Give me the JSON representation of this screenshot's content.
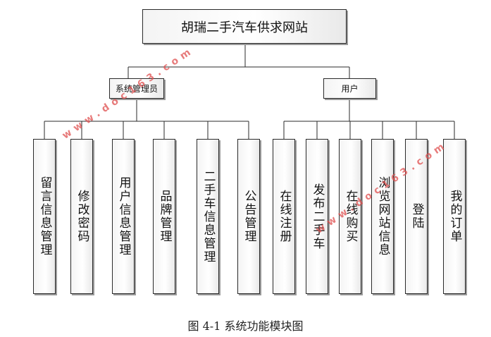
{
  "diagram": {
    "root": {
      "label": "胡瑞二手汽车供求网站"
    },
    "groups": [
      {
        "label": "系统管理员",
        "children": [
          "留言信息管理",
          "修改密码",
          "用户信息管理",
          "品牌管理",
          "二手车信息管理",
          "公告管理"
        ]
      },
      {
        "label": "用户",
        "children": [
          "在线注册",
          "发布二手车",
          "在线购买",
          "浏览网站信息",
          "登陆",
          "我的订单"
        ]
      }
    ]
  },
  "caption": "图 4-1 系统功能模块图",
  "watermark": {
    "text": "www.doc163.com"
  },
  "colors": {
    "line": "#2a2a2a",
    "watermark": "#e05050"
  }
}
